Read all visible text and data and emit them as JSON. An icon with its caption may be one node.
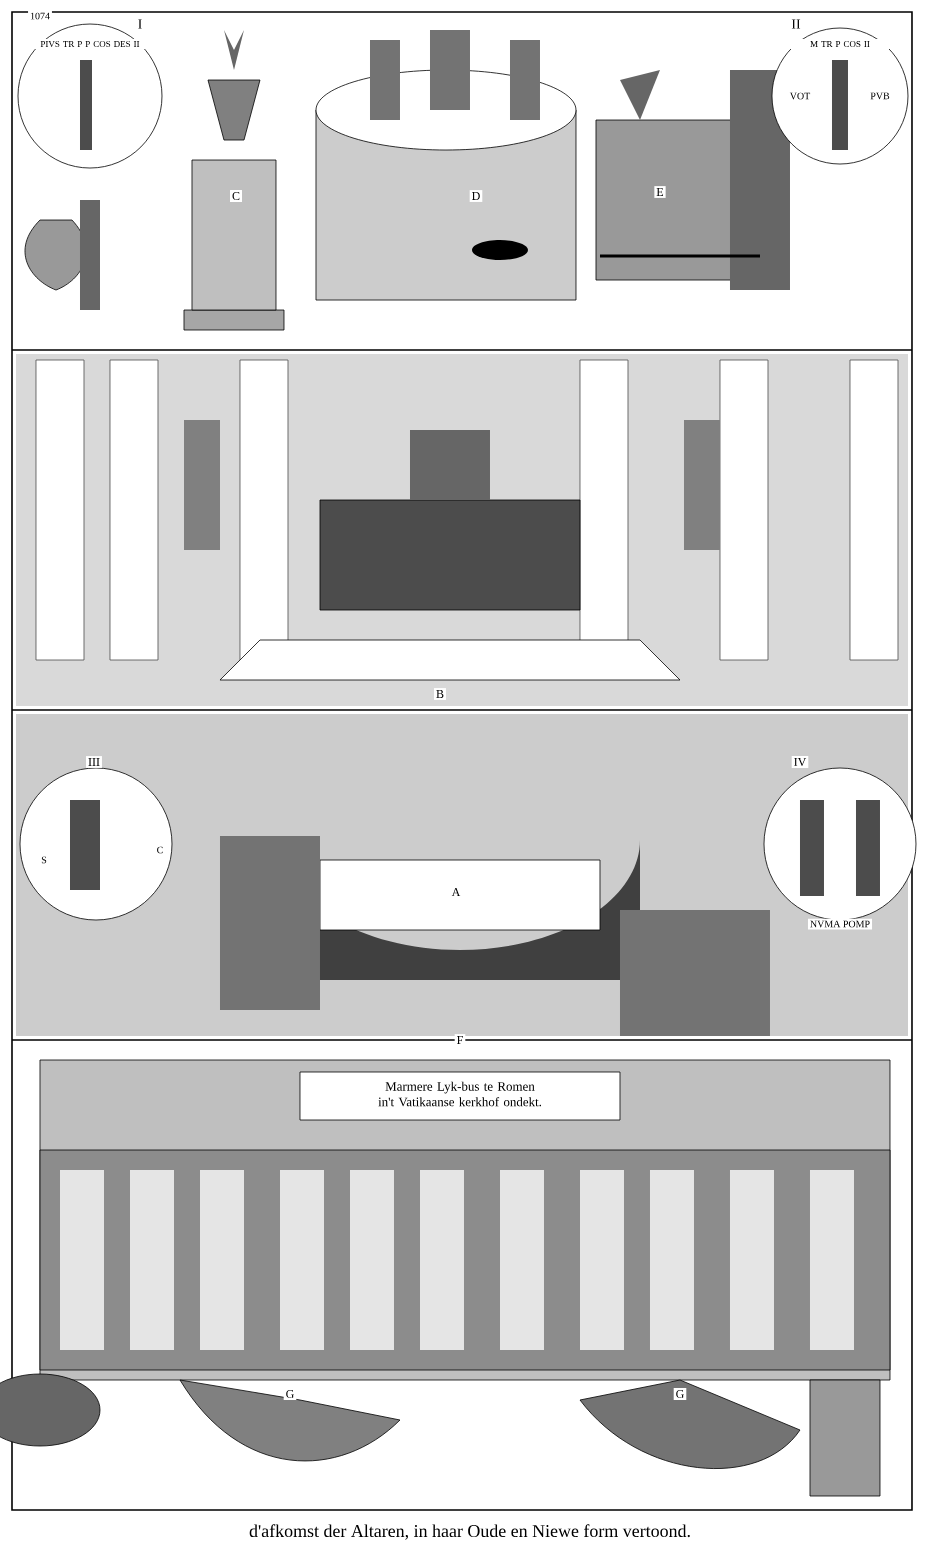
{
  "diagram": {
    "caption": "d'afkomst der Altaren, in haar Oude en Niewe form vertoond.",
    "labels": [
      "1074",
      "I",
      "PIVS TR P P COS DES II",
      "C",
      "D",
      "E",
      "II",
      "M TR P COS II",
      "VOT",
      "PVB",
      "B",
      "III",
      "S",
      "C",
      "IV",
      "A",
      "NVMA POMP",
      "F",
      "Marmere Lyk-bus te Romen in't Vatikaanse kerkhof ondekt.",
      "G",
      "G"
    ]
  }
}
